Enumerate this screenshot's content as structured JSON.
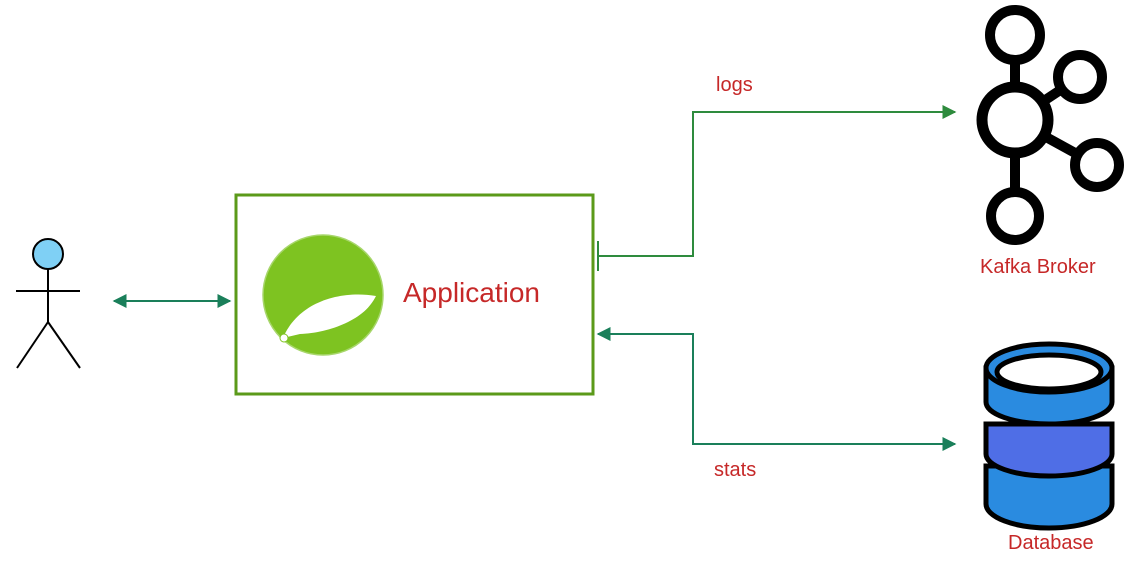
{
  "nodes": {
    "user": {
      "icon": "stick-figure-user-icon"
    },
    "application": {
      "label": "Application",
      "icon": "spring-leaf-icon",
      "border_color": "#5b9a1a"
    },
    "kafka": {
      "label": "Kafka Broker",
      "icon": "kafka-icon"
    },
    "database": {
      "label": "Database",
      "icon": "database-cylinder-icon"
    }
  },
  "edges": {
    "logs": {
      "label": "logs"
    },
    "stats": {
      "label": "stats"
    }
  },
  "colors": {
    "label_text": "#c62828",
    "connector": "#1a7f5a",
    "arrow_green": "#2e8b3d",
    "app_border": "#5b9a1a",
    "leaf_green": "#7ec321",
    "db_blue": "#2a8be0",
    "db_band": "#4f6ee6",
    "user_head": "#7fd0f5"
  }
}
